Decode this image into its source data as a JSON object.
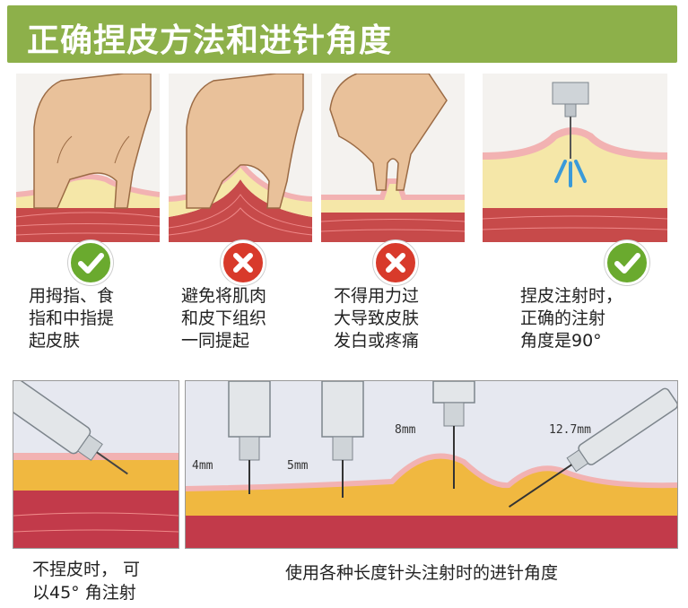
{
  "title": "正确捏皮方法和进针角度",
  "colors": {
    "title_bg": "#8db04a",
    "correct": "#6aaa2e",
    "wrong": "#d83a2b"
  },
  "panels": [
    {
      "status": "correct",
      "status_icon": "check-icon",
      "caption": [
        "用拇指、食",
        "指和中指提",
        "起皮肤"
      ]
    },
    {
      "status": "wrong",
      "status_icon": "cross-icon",
      "caption": [
        "避免将肌肉",
        "和皮下组织",
        "一同提起"
      ]
    },
    {
      "status": "wrong",
      "status_icon": "cross-icon",
      "caption": [
        "不得用力过",
        "大导致皮肤",
        "发白或疼痛"
      ]
    },
    {
      "status": "correct",
      "status_icon": "check-icon",
      "caption": [
        "捏皮注射时，",
        "正确的注射",
        "角度是90°"
      ]
    }
  ],
  "bottom_left": {
    "caption": [
      "不捏皮时， 可",
      "以45° 角注射"
    ]
  },
  "bottom_right": {
    "needle_lengths": [
      "4mm",
      "5mm",
      "8mm",
      "12.7mm"
    ],
    "caption": "使用各种长度针头注射时的进针角度"
  }
}
